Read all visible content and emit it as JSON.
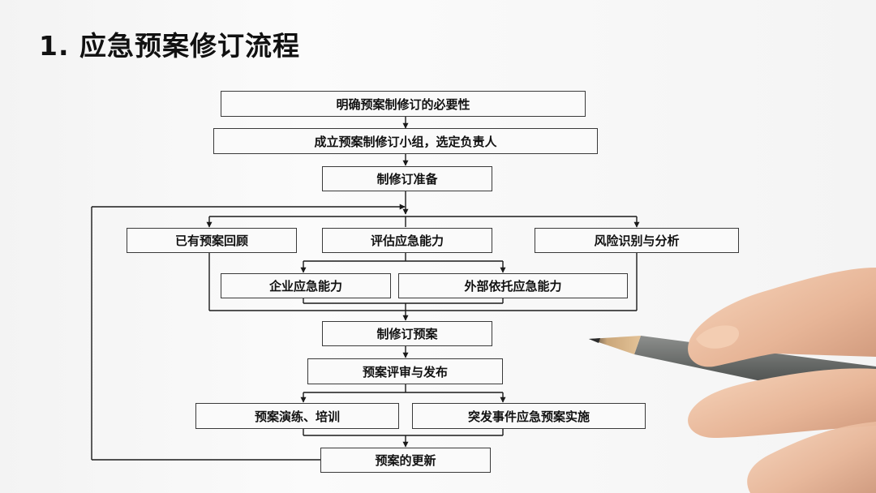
{
  "title": "1. 应急预案修订流程",
  "flow": {
    "step1": "明确预案制修订的必要性",
    "step2": "成立预案制修订小组，选定负责人",
    "step3": "制修订准备",
    "branch_left": "已有预案回顾",
    "branch_mid": "评估应急能力",
    "branch_right": "风险识别与分析",
    "sub_left": "企业应急能力",
    "sub_right": "外部依托应急能力",
    "step4": "制修订预案",
    "step5": "预案评审与发布",
    "drill": "预案演练、培训",
    "implement": "突发事件应急预案实施",
    "update": "预案的更新"
  },
  "colors": {
    "line": "#1a1a1a",
    "box_border": "#3a3a3a",
    "box_fill": "#fafafa"
  }
}
